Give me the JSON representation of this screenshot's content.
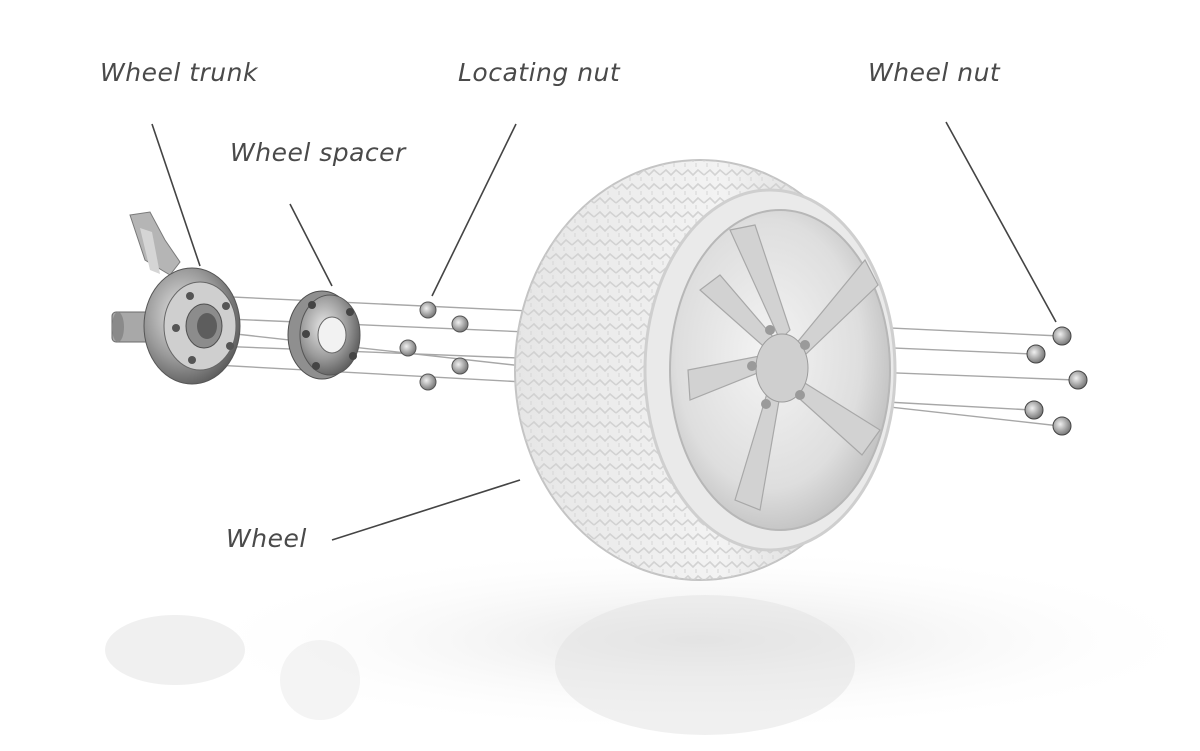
{
  "labels": {
    "wheel_trunk": "Wheel trunk",
    "wheel_spacer": "Wheel spacer",
    "locating_nut": "Locating nut",
    "wheel_nut": "Wheel nut",
    "wheel": "Wheel"
  },
  "colors": {
    "leader_line": "#444444",
    "stud_line": "#7a7a7a",
    "metal_dark": "#6b6b6b",
    "metal_mid": "#9a9a9a",
    "metal_light": "#d8d8d8",
    "tire_light": "#ececec",
    "tire_shade": "#c8c8c8"
  }
}
